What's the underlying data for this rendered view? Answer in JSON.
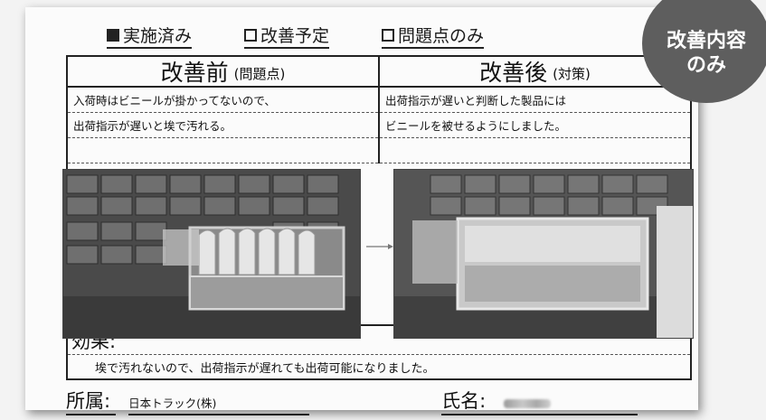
{
  "status": {
    "done": {
      "label": "実施済み",
      "checked": true
    },
    "planned": {
      "label": "改善予定",
      "checked": false
    },
    "issue_only": {
      "label": "問題点のみ",
      "checked": false
    }
  },
  "before": {
    "title": "改善前",
    "subtitle": "(問題点)",
    "lines": [
      "入荷時はビニールが掛かってないので、",
      "出荷指示が遅いと埃で汚れる。"
    ]
  },
  "after": {
    "title": "改善後",
    "subtitle": "(対策)",
    "lines": [
      "出荷指示が遅いと判断した製品には",
      "ビニールを被せるようにしました。"
    ]
  },
  "effect": {
    "title": "効果:",
    "text": "埃で汚れないので、出荷指示が遅れても出荷可能になりました。"
  },
  "footer": {
    "affiliation_label": "所属:",
    "affiliation_value": "日本トラック(株)",
    "name_label": "氏名:"
  },
  "badge": {
    "line1": "改善内容",
    "line2": "のみ",
    "color": "#5e5e5e"
  }
}
